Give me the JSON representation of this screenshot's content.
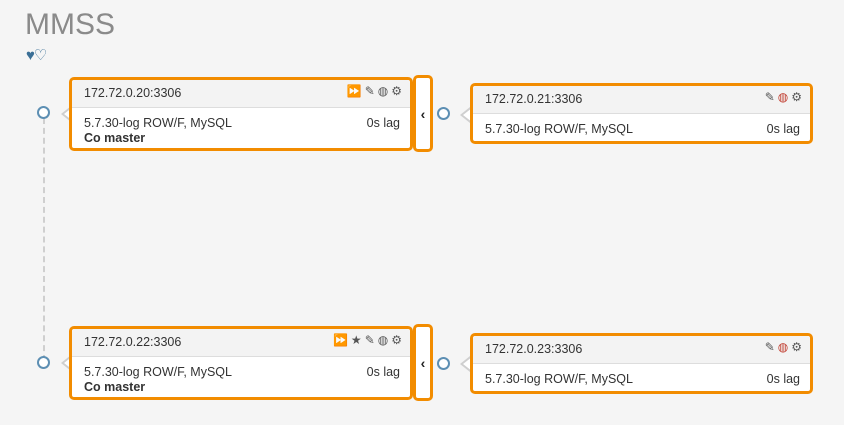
{
  "cluster": {
    "title": "MMSS"
  },
  "hearts": {
    "filled": "♥",
    "outline": "♡"
  },
  "nodes": [
    {
      "host": "172.72.0.20:3306",
      "version": "5.7.30-log ROW/F, MySQL",
      "lag": "0s lag",
      "role": "Co master",
      "icons": [
        "fast-forward-icon",
        "pencil-icon",
        "globe-icon",
        "gear-icon"
      ]
    },
    {
      "host": "172.72.0.21:3306",
      "version": "5.7.30-log ROW/F, MySQL",
      "lag": "0s lag",
      "icons": [
        "pencil-icon",
        "globe-error-icon",
        "gear-icon"
      ]
    },
    {
      "host": "172.72.0.22:3306",
      "version": "5.7.30-log ROW/F, MySQL",
      "lag": "0s lag",
      "role": "Co master",
      "icons": [
        "fast-forward-icon",
        "star-icon",
        "pencil-icon",
        "globe-icon",
        "gear-icon"
      ]
    },
    {
      "host": "172.72.0.23:3306",
      "version": "5.7.30-log ROW/F, MySQL",
      "lag": "0s lag",
      "icons": [
        "pencil-icon",
        "globe-error-icon",
        "gear-icon"
      ]
    }
  ],
  "toggle_glyph": "‹",
  "colors": {
    "accent": "#f28c00",
    "dot": "#5d8fb3",
    "title": "#8a8a8a",
    "hearts": "#3b6f96",
    "error_globe": "#c0392b"
  }
}
